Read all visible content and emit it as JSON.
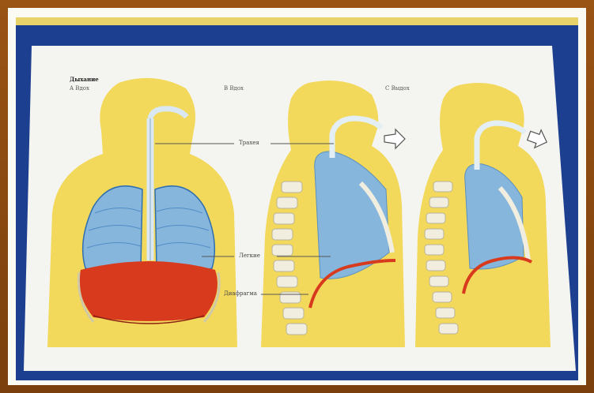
{
  "poster": {
    "title": "Дыхание",
    "panels": [
      {
        "letter": "A",
        "caption": "Вдох"
      },
      {
        "letter": "B",
        "caption": "Вдох"
      },
      {
        "letter": "C",
        "caption": "Выдох"
      }
    ],
    "labels": {
      "trachea": "Трахея",
      "lungs": "Легкие",
      "diaphragm": "Диафрагма"
    }
  },
  "colors": {
    "frame": "#8a4a10",
    "board": "#1d3f8f",
    "paper": "#f4f4f0",
    "body": "#f3d64a",
    "lung": "#8cb8dc",
    "diaphragm": "#d83a1e"
  }
}
